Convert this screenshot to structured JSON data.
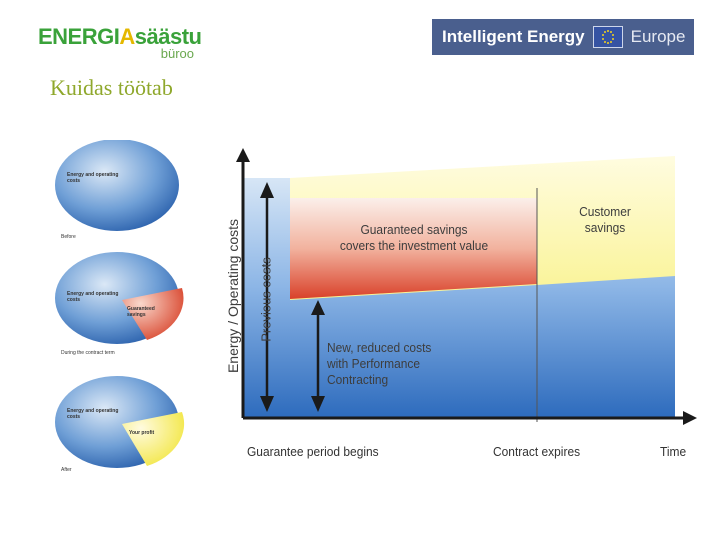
{
  "header": {
    "logo_left": {
      "part1": "ENERGI",
      "part2": "A",
      "part3": "säästu",
      "sub": "büroo"
    },
    "logo_right": {
      "text1": "Intelligent Energy",
      "text2": "Europe"
    },
    "title": "Kuidas töötab"
  },
  "pies": [
    {
      "label": "Energy and operating costs",
      "caption": "Before"
    },
    {
      "label": "Energy and operating costs",
      "slice_label": "Guaranteed savings",
      "caption": "During the contract term"
    },
    {
      "label": "Energy and operating costs",
      "slice_label": "Your profit",
      "caption": "After"
    }
  ],
  "diagram": {
    "y_axis_label": "Energy / Operating costs",
    "previous_costs_label": "Previous costs",
    "guaranteed_savings_label_line1": "Guaranteed savings",
    "guaranteed_savings_label_line2": "covers the investment value",
    "customer_savings_line1": "Customer",
    "customer_savings_line2": "savings",
    "reduced_costs_line1": "New, reduced costs",
    "reduced_costs_line2": "with Performance Contracting",
    "x_labels": {
      "start": "Guarantee period begins",
      "mid": "Contract expires",
      "end": "Time"
    },
    "colors": {
      "blue_top": "#c9dcf0",
      "blue_bottom": "#2f6fc0",
      "red_top": "#f7e6df",
      "red_bottom": "#d8432a",
      "yellow": "#f7f07a"
    }
  }
}
